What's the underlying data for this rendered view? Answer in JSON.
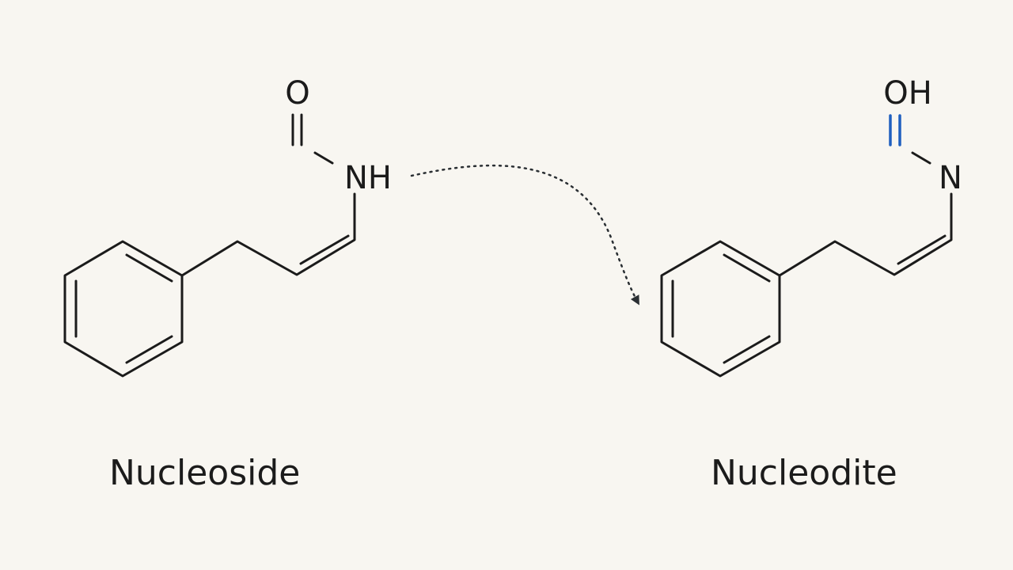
{
  "left_molecule": {
    "name": "Nucleoside",
    "atoms": {
      "oxygen": "O",
      "nitrogen": "NH"
    }
  },
  "right_molecule": {
    "name": "Nucleodite",
    "atoms": {
      "oxygen": "OH",
      "nitrogen": "N"
    }
  },
  "colors": {
    "background": "#f8f6f1",
    "bond": "#1b1b1b",
    "highlight_bond": "#1f5fbf",
    "arrow": "#2a2f33"
  },
  "arrow": {
    "style": "dotted curved",
    "direction": "left-to-right"
  }
}
